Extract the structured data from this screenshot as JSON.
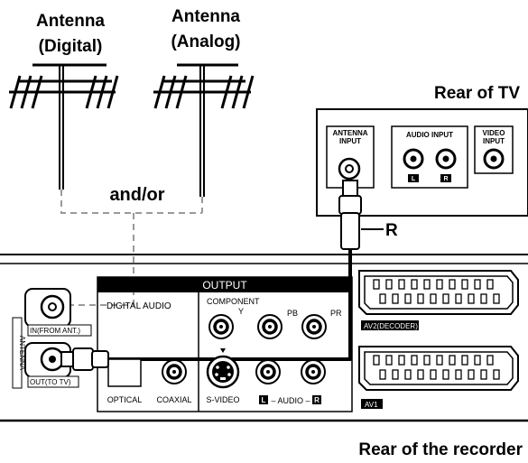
{
  "labels": {
    "antenna_digital_line1": "Antenna",
    "antenna_digital_line2": "(Digital)",
    "antenna_analog_line1": "Antenna",
    "antenna_analog_line2": "(Analog)",
    "rear_of_tv": "Rear of TV",
    "and_or": "and/or",
    "cable_r": "R",
    "rear_of_recorder": "Rear of the recorder"
  },
  "tv": {
    "antenna_input_line1": "ANTENNA",
    "antenna_input_line2": "INPUT",
    "audio_input": "AUDIO INPUT",
    "audio_l": "L",
    "audio_r": "R",
    "video_input_line1": "VIDEO",
    "video_input_line2": "INPUT"
  },
  "recorder": {
    "output_header": "OUTPUT",
    "digital_audio": "DIGITAL AUDIO",
    "component": "COMPONENT",
    "comp_y": "Y",
    "comp_pb": "PB",
    "comp_pr": "PR",
    "optical": "OPTICAL",
    "coaxial": "COAXIAL",
    "s_video": "S-VIDEO",
    "audio_l_badge": "L",
    "audio_word": "– AUDIO –",
    "audio_r_badge": "R",
    "antenna_side": "ANTENNA",
    "in_from_ant": "IN(FROM ANT.)",
    "out_to_tv": "OUT(TO TV)",
    "av2": "AV2(DECODER)",
    "av1": "AV1"
  }
}
